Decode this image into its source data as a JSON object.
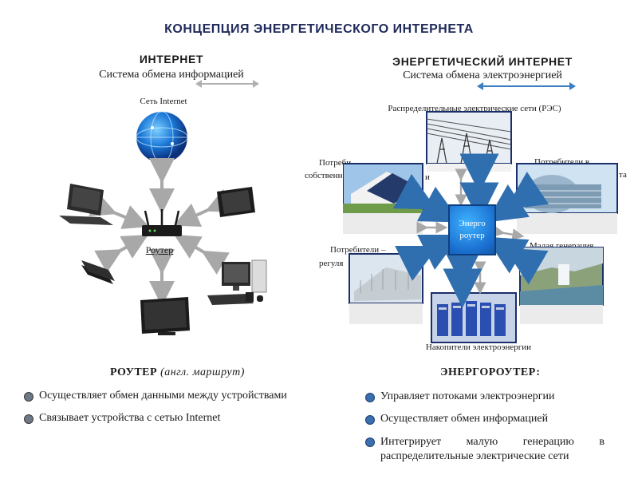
{
  "title": "КОНЦЕПЦИЯ ЭНЕРГЕТИЧЕСКОГО ИНТЕРНЕТА",
  "left": {
    "header": "ИНТЕРНЕТ",
    "subheader": "Система обмена информацией",
    "globe_label": "Сеть Internet",
    "router_label": "Роутер",
    "section_title": "РОУТЕР",
    "section_title_note": "(англ. маршрут)",
    "bullets": [
      "Осуществляет обмен данными между устройствами",
      "Связывает устройства с сетью Internet"
    ]
  },
  "right": {
    "header": "ЭНЕРГЕТИЧЕСКИЙ ИНТЕРНЕТ",
    "subheader": "Система обмена электроэнергией",
    "nodes": {
      "top": "Распределительные электрические сети (РЭС)",
      "left_top_1": "Потреби",
      "left_top_2": "собственн",
      "left_top_3": "и",
      "right_top_1": "Потребители в",
      "right_top_2": "та",
      "left_bottom_1": "Потребители –",
      "left_bottom_2": "регуля",
      "right_bottom": "Малая генерация",
      "bottom": "Накопители электроэнергии"
    },
    "router_line1": "Энерго",
    "router_line2": "роутер",
    "section_title": "ЭНЕРГОРОУТЕР:",
    "bullets": [
      "Управляет потоками электроэнергии",
      "Осуществляет обмен информацией",
      "Интегрирует малую генерацию в распределительные электрические сети"
    ]
  },
  "colors": {
    "title": "#1f2a5a",
    "frame": "#1a2f6a",
    "arrow_blue": "#3a7fc2",
    "arrow_grey": "#a8a8a8"
  }
}
